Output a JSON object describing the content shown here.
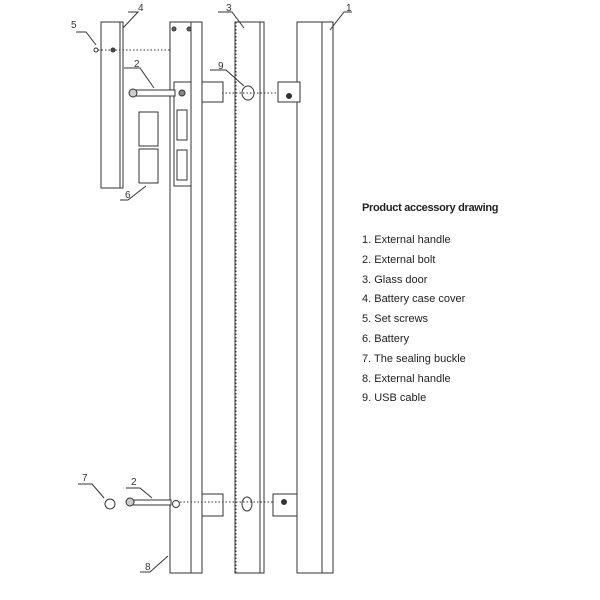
{
  "title": "Product accessory drawing",
  "items": [
    "1. External handle",
    "2. External bolt",
    "3. Glass door",
    "4. Battery case cover",
    "5. Set screws",
    "6. Battery",
    "7. The sealing buckle",
    "8. External handle",
    "9. USB cable"
  ],
  "callouts": {
    "c1": "1",
    "c2a": "2",
    "c2b": "2",
    "c3": "3",
    "c4": "4",
    "c5": "5",
    "c6": "6",
    "c7": "7",
    "c8": "8",
    "c9": "9"
  }
}
